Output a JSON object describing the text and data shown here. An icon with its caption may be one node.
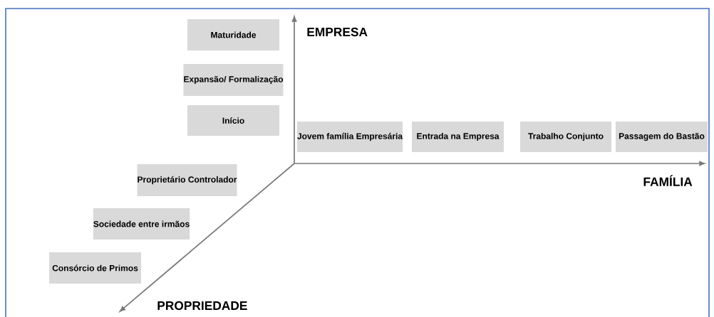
{
  "diagram": {
    "nodes": [
      {
        "text": [
          "Maturidade"
        ]
      },
      {
        "text": [
          "Expansão/ Formalização"
        ]
      },
      {
        "text": [
          "Início"
        ]
      },
      {
        "text": [
          "Jovem família Empresária"
        ]
      },
      {
        "text": [
          "Entrada na Empresa"
        ]
      },
      {
        "text": [
          "Trabalho Conjunto"
        ]
      },
      {
        "text": [
          "Passagem do Bastão"
        ]
      },
      {
        "text": [
          "Proprietário Controlador"
        ]
      },
      {
        "text": [
          "Sociedade entre irmãos"
        ]
      },
      {
        "text": [
          "Consórcio de Primos"
        ]
      }
    ],
    "labels": [
      "EMPRESA",
      "FAMÍLIA",
      "PROPRIEDADE"
    ]
  }
}
